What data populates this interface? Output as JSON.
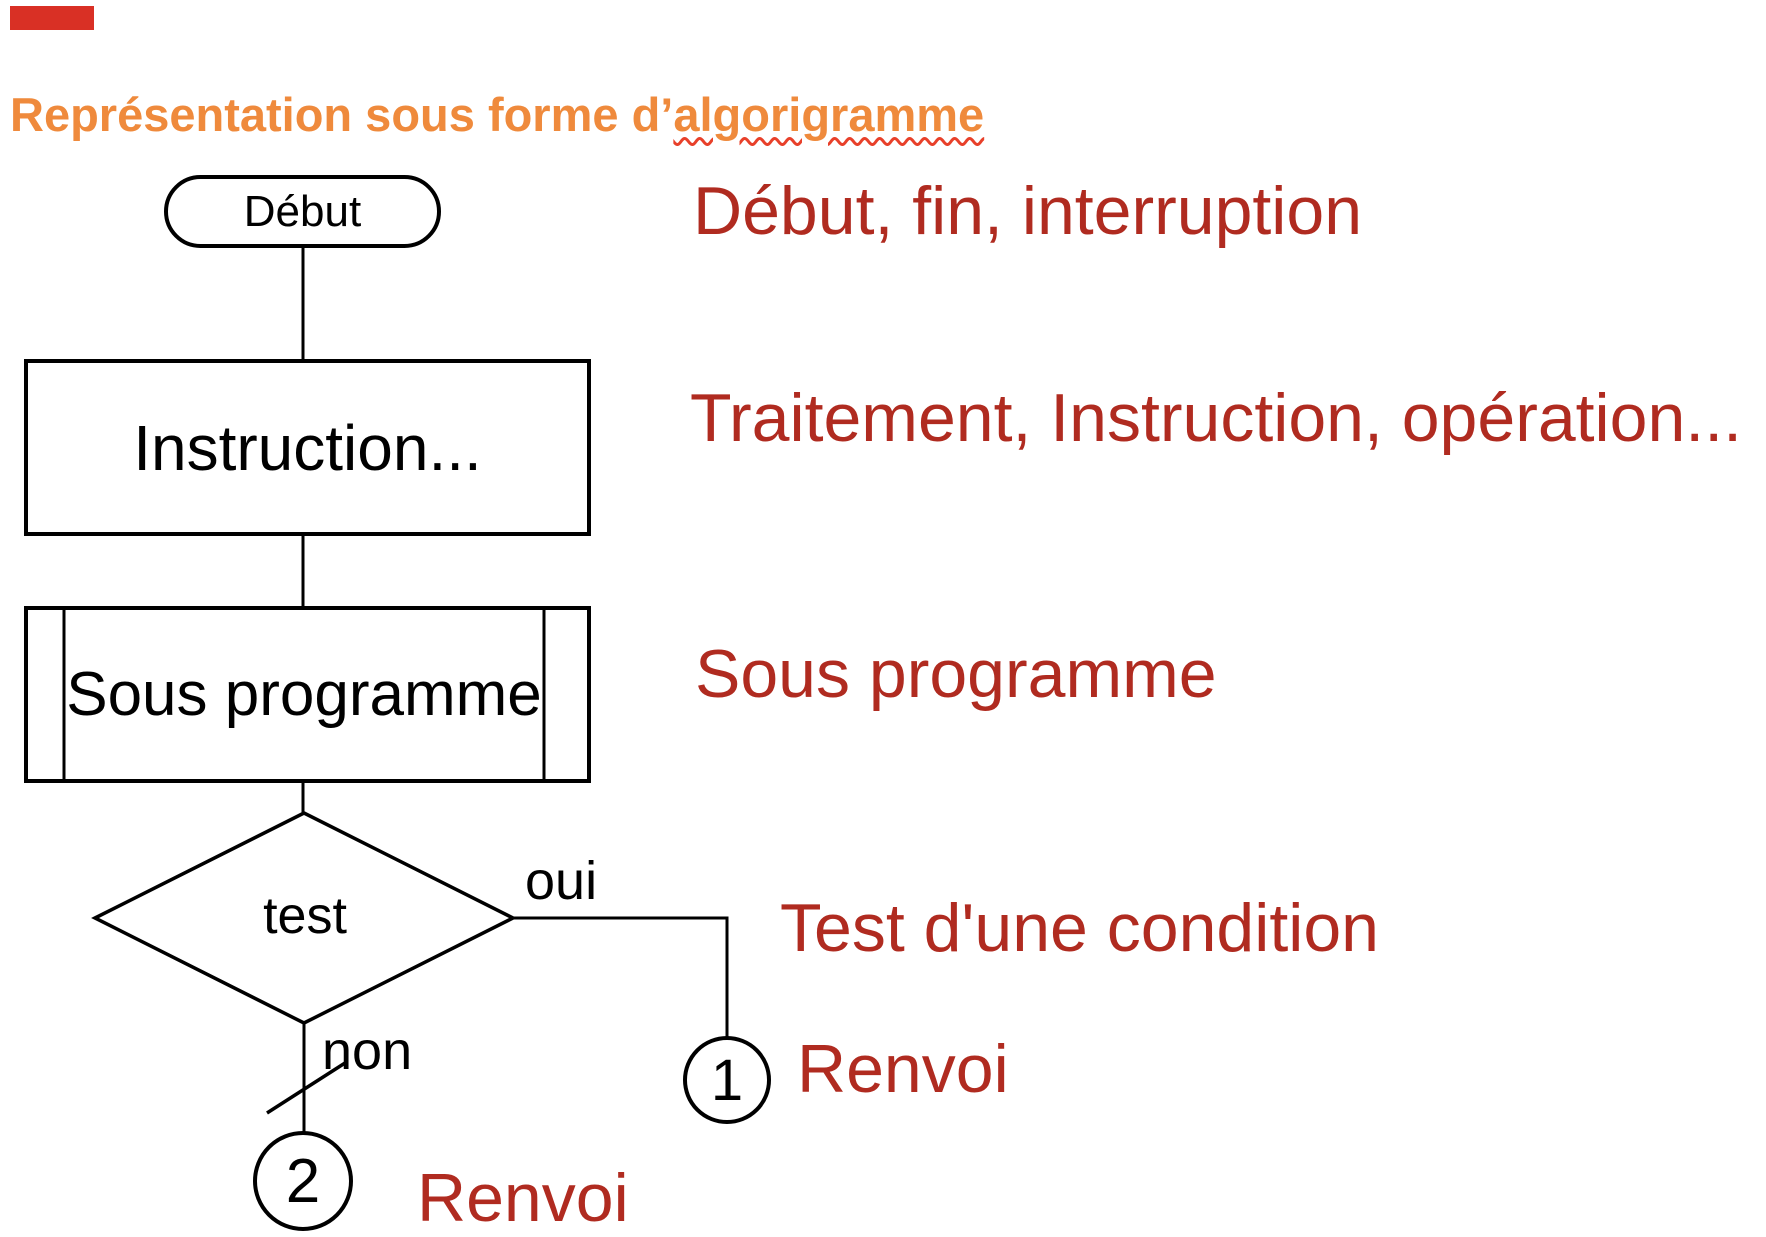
{
  "page": {
    "background": "#ffffff"
  },
  "decorations": {
    "corner_bar_color": "#d93025"
  },
  "title": {
    "prefix": "Représentation sous forme d’",
    "misspelled_word": "algorigramme",
    "color": "#ef8a3c",
    "underline_color": "#e8402a"
  },
  "flowchart": {
    "stroke_color": "#000000",
    "nodes": {
      "start": {
        "label": "Début",
        "shape": "stadium"
      },
      "instruction": {
        "label": "Instruction...",
        "shape": "rect"
      },
      "subprogram": {
        "label": "Sous programme",
        "shape": "subroutine"
      },
      "test": {
        "label": "test",
        "shape": "diamond"
      },
      "connector1": {
        "label": "1",
        "shape": "circle"
      },
      "connector2": {
        "label": "2",
        "shape": "circle"
      }
    },
    "branch_labels": {
      "yes": "oui",
      "no": "non"
    }
  },
  "legend": {
    "color": "#b02b20",
    "items": [
      {
        "label": "Début, fin, interruption"
      },
      {
        "label": "Traitement, Instruction, opération..."
      },
      {
        "label": "Sous programme"
      },
      {
        "label": "Test d'une condition"
      },
      {
        "label": "Renvoi"
      },
      {
        "label": "Renvoi"
      }
    ]
  }
}
